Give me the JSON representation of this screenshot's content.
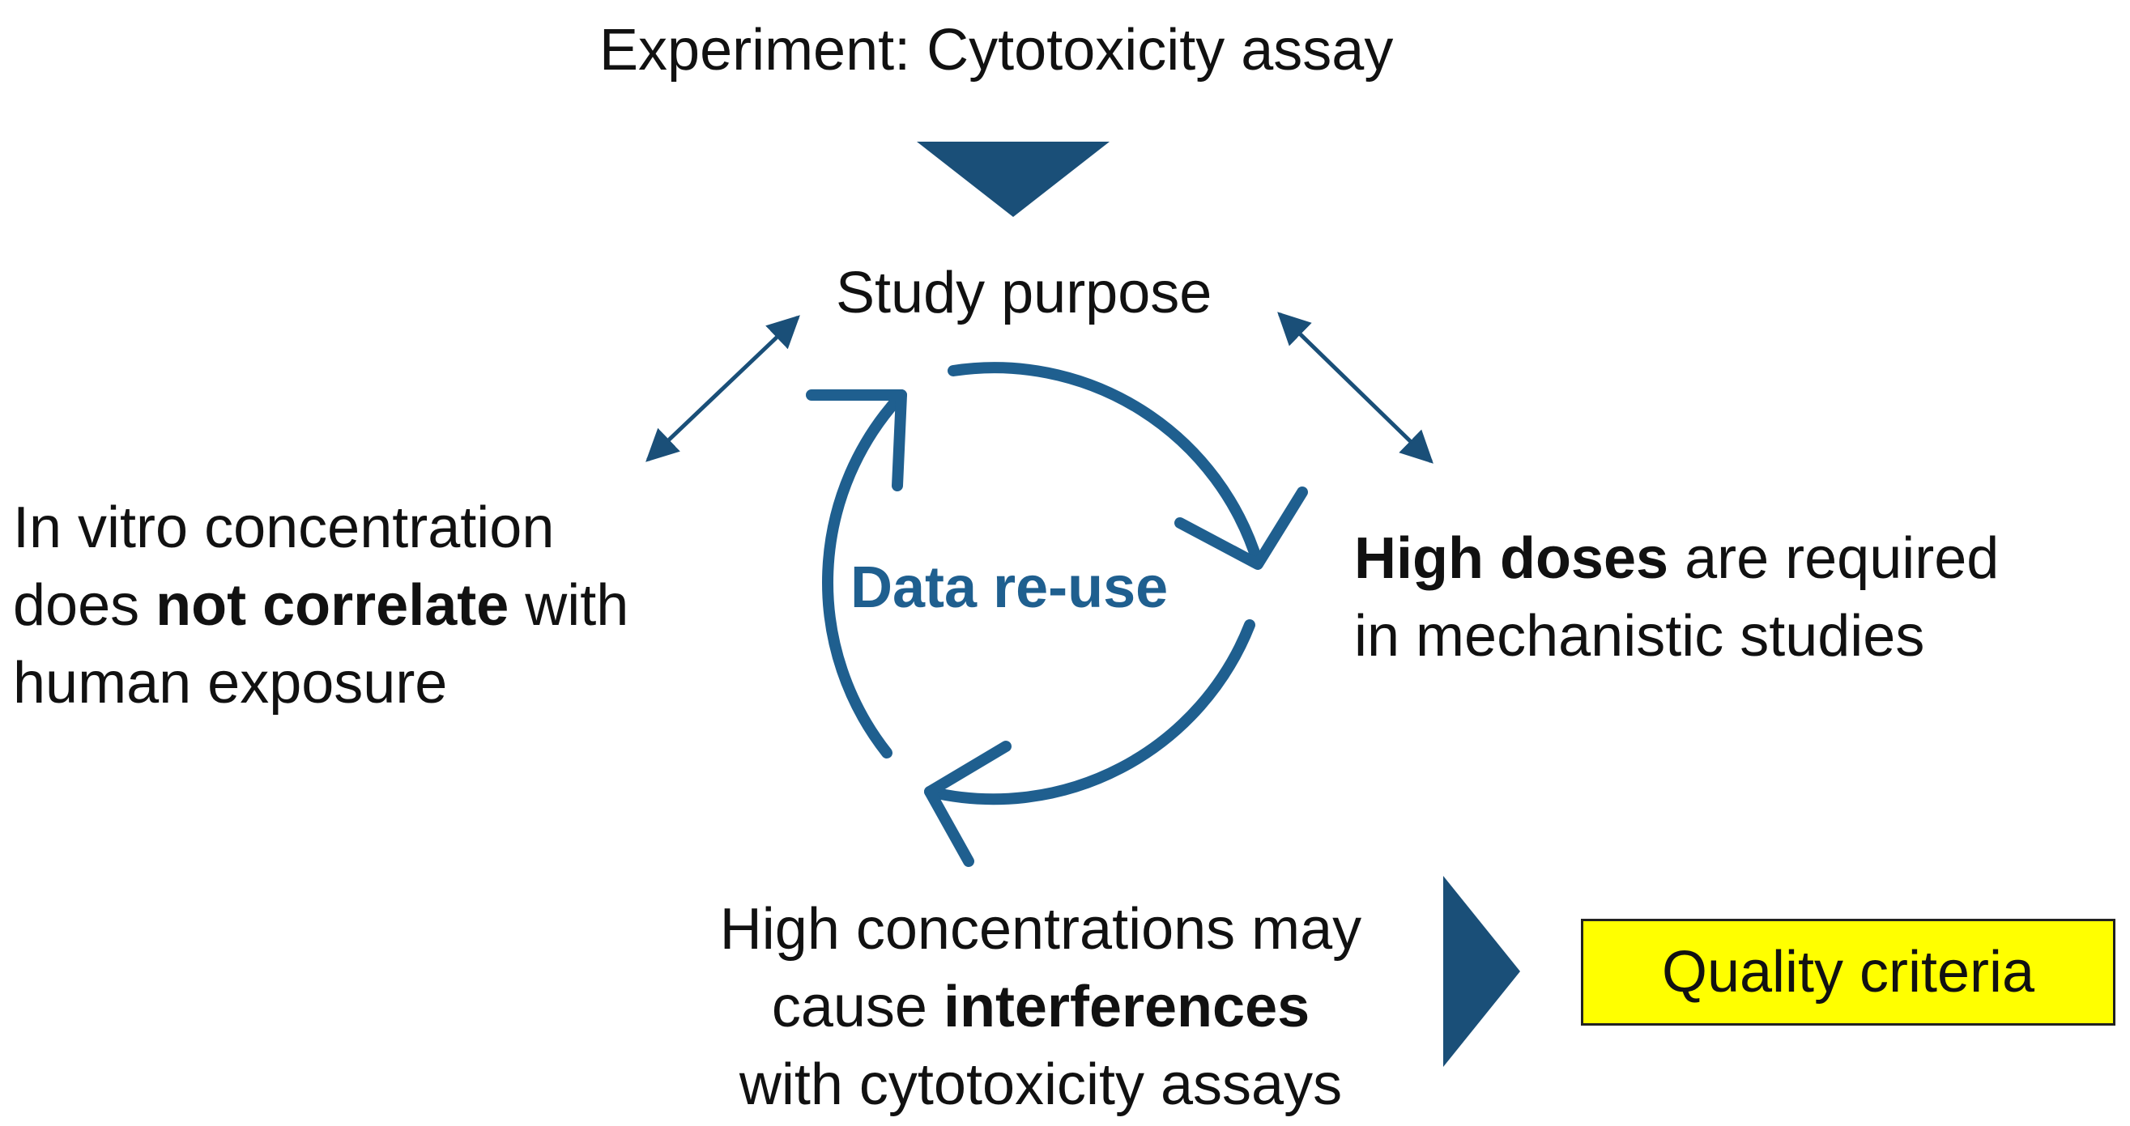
{
  "title": "Experiment: Cytotoxicity assay",
  "study_purpose": "Study purpose",
  "center_label": "Data re-use",
  "left": {
    "line1": "In vitro concentration",
    "line2_pre": "does ",
    "line2_bold": "not correlate",
    "line2_post": " with",
    "line3": "human exposure"
  },
  "right": {
    "line1_bold": "High doses",
    "line1_post": " are required",
    "line2": "in mechanistic studies"
  },
  "bottom": {
    "line1": "High concentrations may",
    "line2_pre": "cause ",
    "line2_bold": "interferences",
    "line3": "with cytotoxicity assays"
  },
  "quality_box": "Quality criteria",
  "colors": {
    "accent": "#1a4f78",
    "cycle": "#1f5f8f",
    "highlight": "#ffff00"
  },
  "icons": {
    "top_arrow": "down-triangle-icon",
    "right_arrow": "right-triangle-icon",
    "cycle": "cycle-arrows-icon",
    "links": "double-headed-arrow-icon"
  }
}
